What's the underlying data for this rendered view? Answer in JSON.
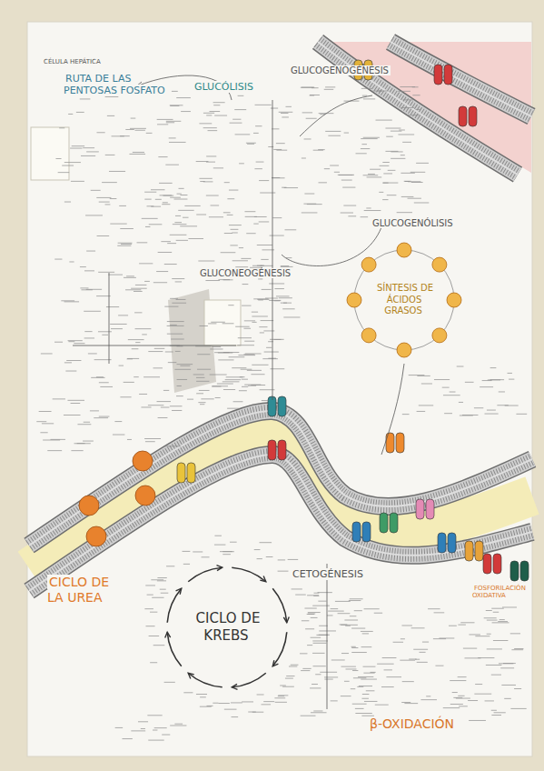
{
  "diagram": {
    "nodes": [
      {
        "text": [
          "CICLO DE KREBS"
        ]
      },
      {
        "text": [
          "SÍNTESIS DE ÁCIDOS GRASOS"
        ]
      }
    ],
    "labels": [
      "CÉLULA HEPÁTICA",
      "RUTA DE LAS PENTOSAS FOSFATO",
      "GLUCÓLISIS",
      "GLUCOGENOGÉNESIS",
      "GLUCOGENÓLISIS",
      "GLUCONEOGÉNESIS",
      "CICLO DE LA UREA",
      "CETOGÉNESIS",
      "β-OXIDACIÓN",
      "FOSFORILACIÓN OXIDATIVA"
    ]
  }
}
